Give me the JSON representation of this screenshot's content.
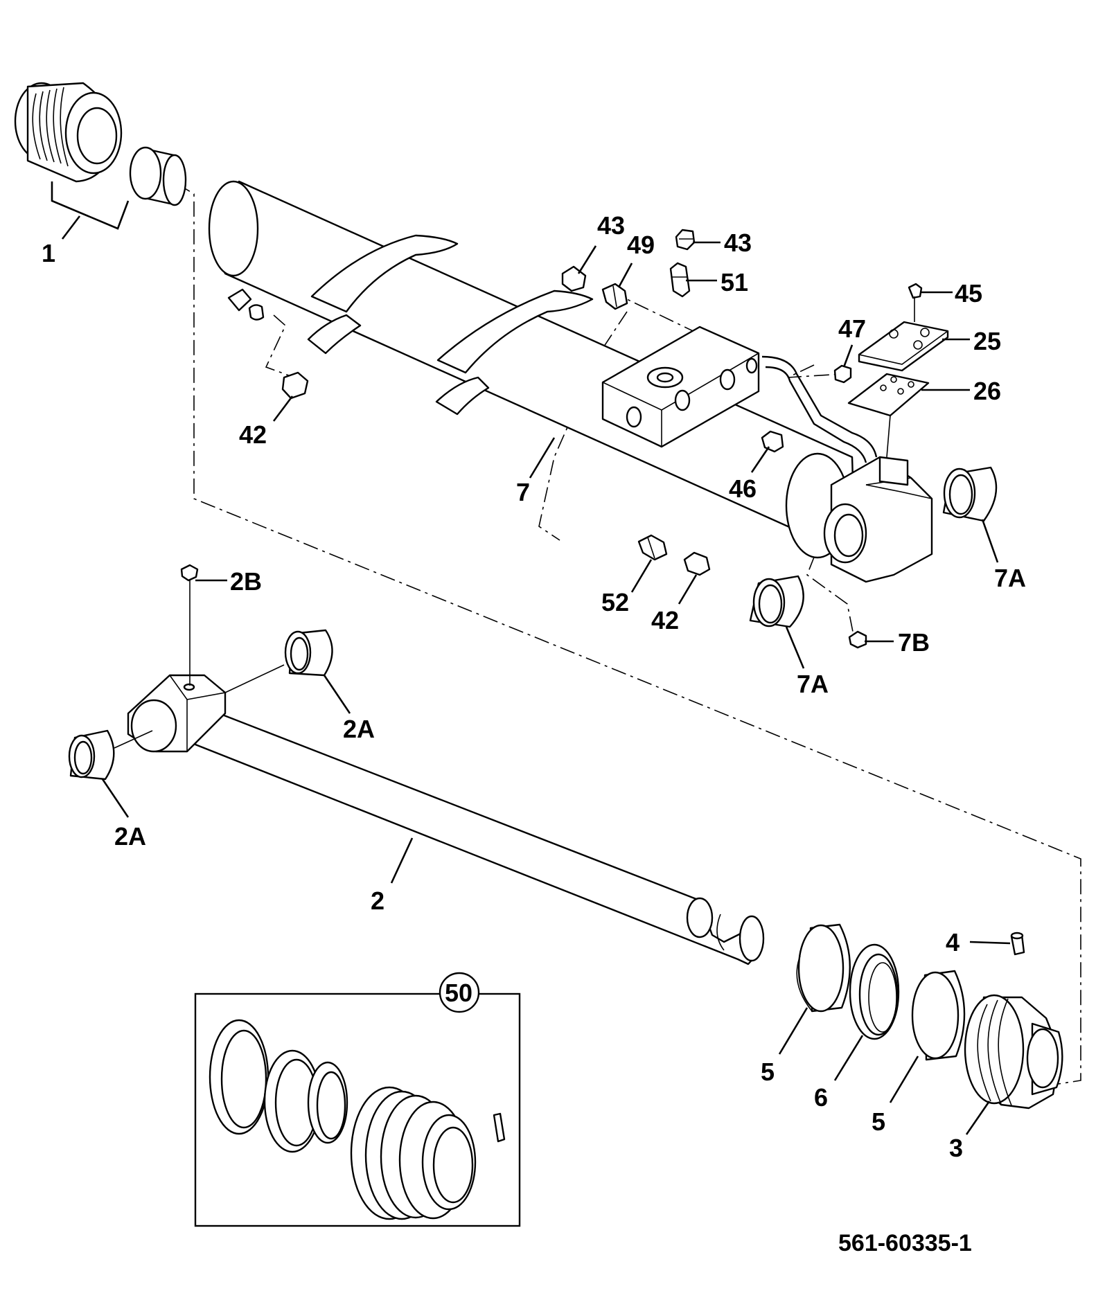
{
  "document_number": "561-60335-1",
  "kit": {
    "label": "50"
  },
  "callouts": {
    "c1": "1",
    "c2": "2",
    "c2A_upper": "2A",
    "c2A_lower": "2A",
    "c2B": "2B",
    "c3": "3",
    "c4": "4",
    "c5_left": "5",
    "c5_right": "5",
    "c6": "6",
    "c7": "7",
    "c7A_right": "7A",
    "c7A_lower": "7A",
    "c7B": "7B",
    "c25": "25",
    "c26": "26",
    "c42_left": "42",
    "c42_lower": "42",
    "c43_left": "43",
    "c43_right": "43",
    "c45": "45",
    "c46": "46",
    "c47": "47",
    "c49": "49",
    "c51": "51",
    "c52": "52"
  }
}
